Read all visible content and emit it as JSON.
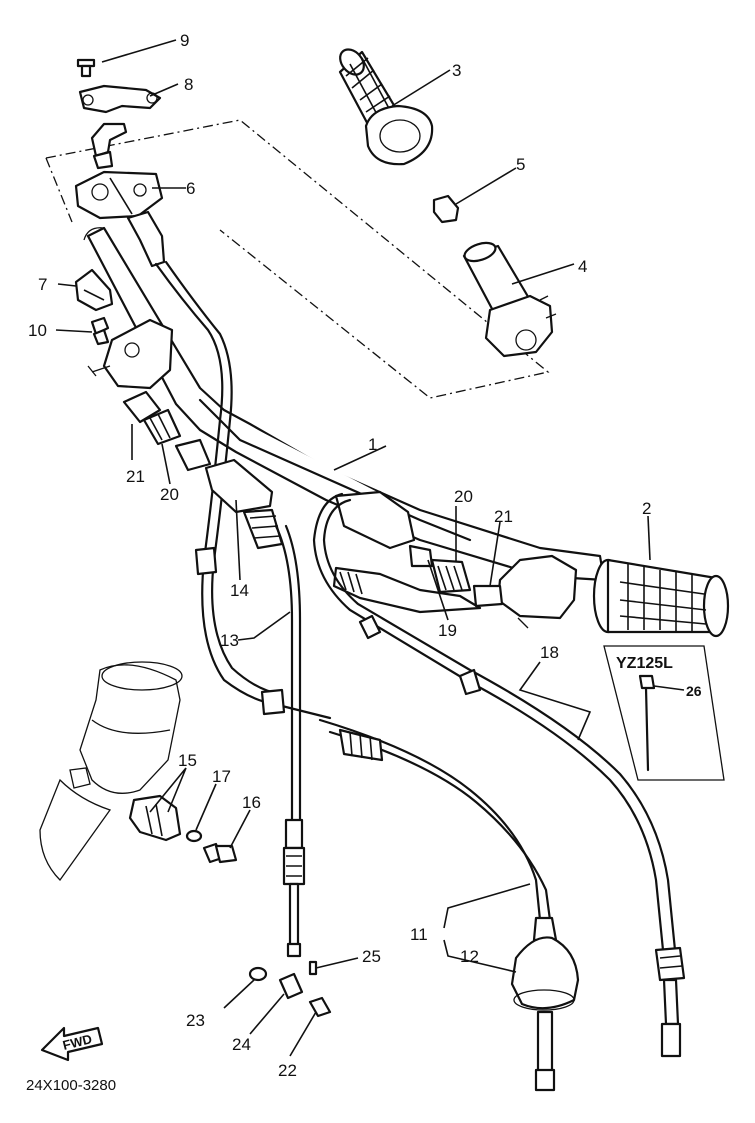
{
  "diagram": {
    "drawing_code": "24X100-3280",
    "variant_box_title": "YZ125L",
    "fwd_arrow_label": "FWD",
    "callouts": [
      {
        "id": "p1",
        "text": "1"
      },
      {
        "id": "p2",
        "text": "2"
      },
      {
        "id": "p3",
        "text": "3"
      },
      {
        "id": "p4",
        "text": "4"
      },
      {
        "id": "p5",
        "text": "5"
      },
      {
        "id": "p6",
        "text": "6"
      },
      {
        "id": "p7",
        "text": "7"
      },
      {
        "id": "p8",
        "text": "8"
      },
      {
        "id": "p9",
        "text": "9"
      },
      {
        "id": "p10",
        "text": "10"
      },
      {
        "id": "p11",
        "text": "11"
      },
      {
        "id": "p12",
        "text": "12"
      },
      {
        "id": "p13",
        "text": "13"
      },
      {
        "id": "p14",
        "text": "14"
      },
      {
        "id": "p15",
        "text": "15"
      },
      {
        "id": "p16",
        "text": "16"
      },
      {
        "id": "p17",
        "text": "17"
      },
      {
        "id": "p18",
        "text": "18"
      },
      {
        "id": "p19",
        "text": "19"
      },
      {
        "id": "p20a",
        "text": "20"
      },
      {
        "id": "p20b",
        "text": "20"
      },
      {
        "id": "p21a",
        "text": "21"
      },
      {
        "id": "p21b",
        "text": "21"
      },
      {
        "id": "p22",
        "text": "22"
      },
      {
        "id": "p23",
        "text": "23"
      },
      {
        "id": "p24",
        "text": "24"
      },
      {
        "id": "p25",
        "text": "25"
      },
      {
        "id": "p26",
        "text": "26"
      }
    ]
  }
}
